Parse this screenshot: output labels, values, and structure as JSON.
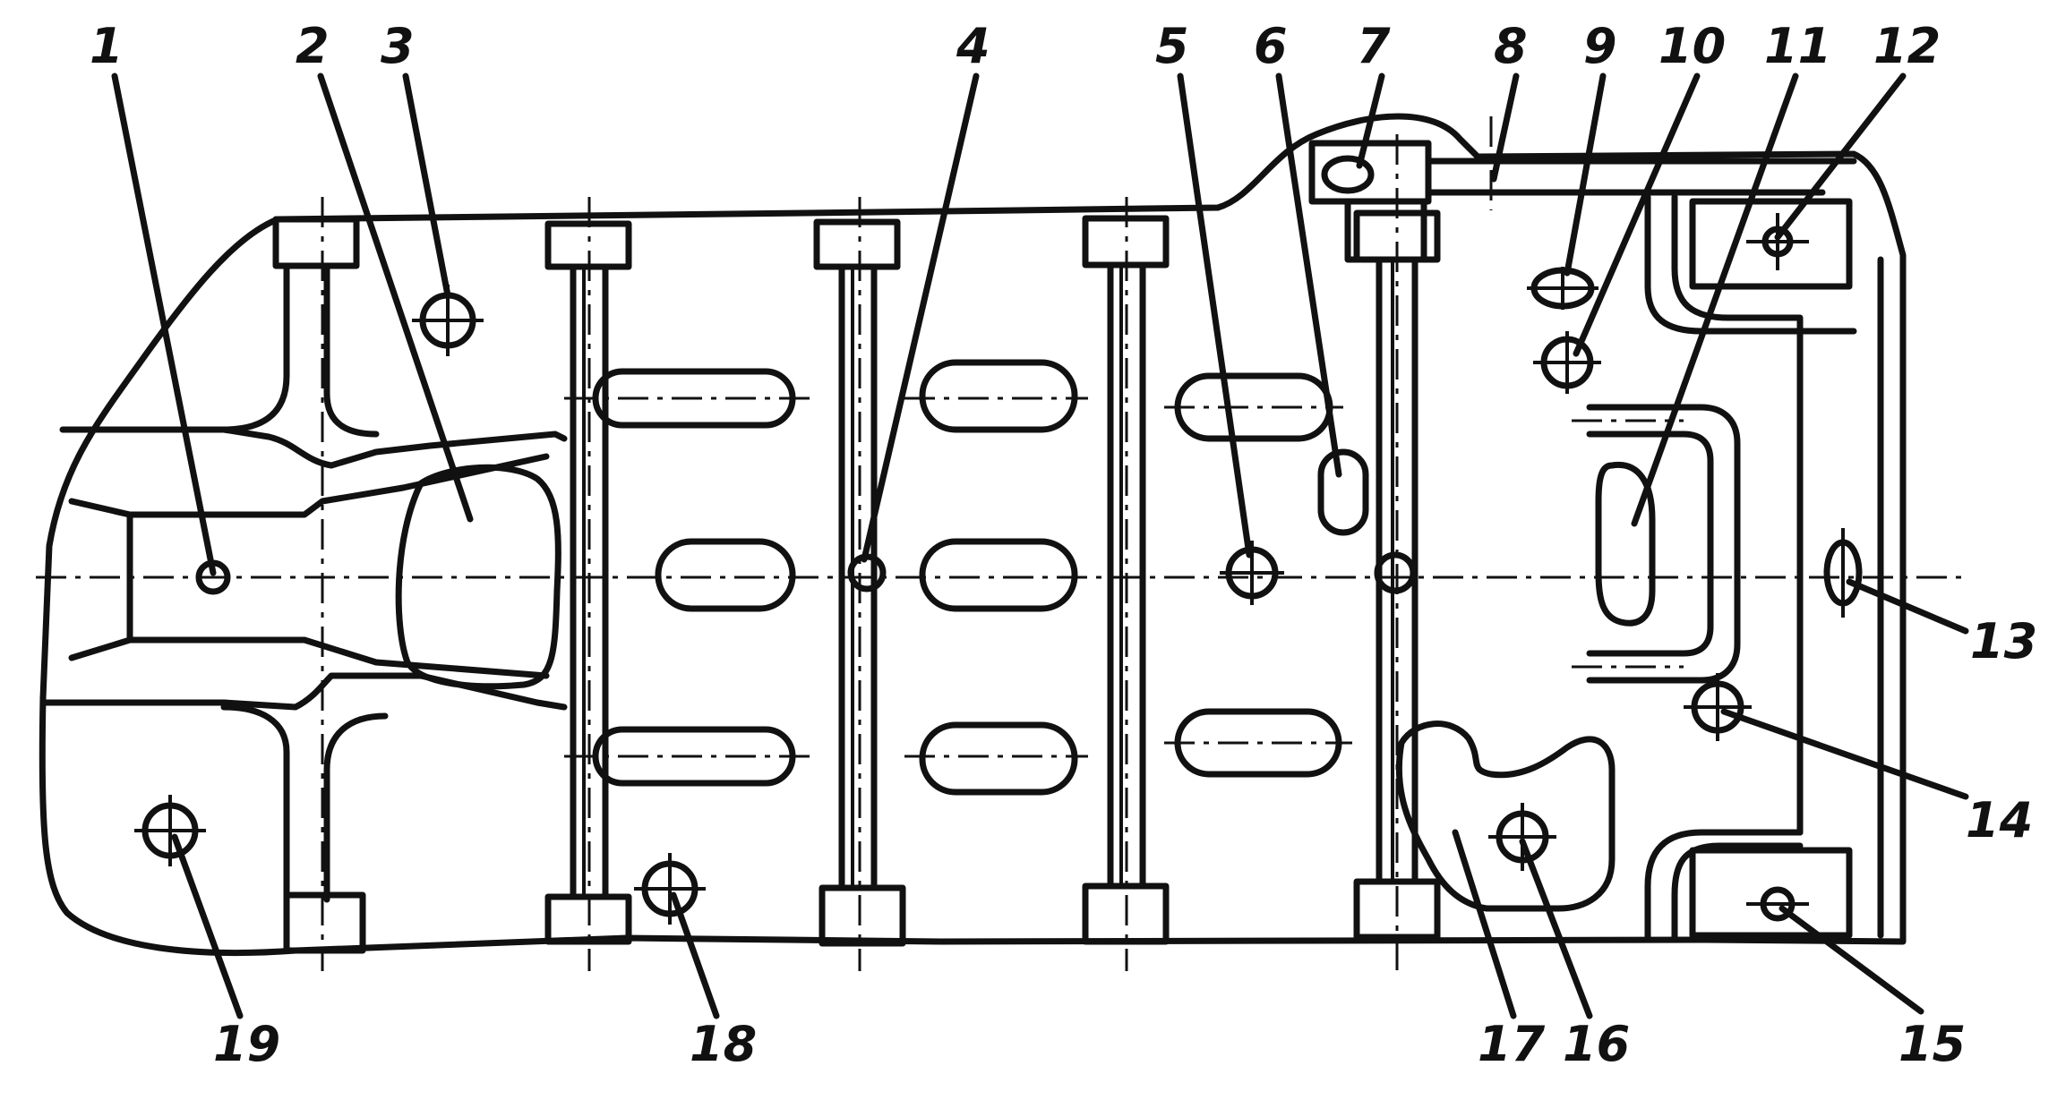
{
  "callouts": [
    {
      "id": "c1",
      "text": "1"
    },
    {
      "id": "c2",
      "text": "2"
    },
    {
      "id": "c3",
      "text": "3"
    },
    {
      "id": "c4",
      "text": "4"
    },
    {
      "id": "c5",
      "text": "5"
    },
    {
      "id": "c6",
      "text": "6"
    },
    {
      "id": "c7",
      "text": "7"
    },
    {
      "id": "c8",
      "text": "8"
    },
    {
      "id": "c9",
      "text": "9"
    },
    {
      "id": "c10",
      "text": "10"
    },
    {
      "id": "c11",
      "text": "11"
    },
    {
      "id": "c12",
      "text": "12"
    },
    {
      "id": "c13",
      "text": "13"
    },
    {
      "id": "c14",
      "text": "14"
    },
    {
      "id": "c15",
      "text": "15"
    },
    {
      "id": "c16",
      "text": "16"
    },
    {
      "id": "c17",
      "text": "17"
    },
    {
      "id": "c18",
      "text": "18"
    },
    {
      "id": "c19",
      "text": "19"
    }
  ],
  "colors": {
    "ink": "#111111",
    "paper": "#ffffff"
  }
}
